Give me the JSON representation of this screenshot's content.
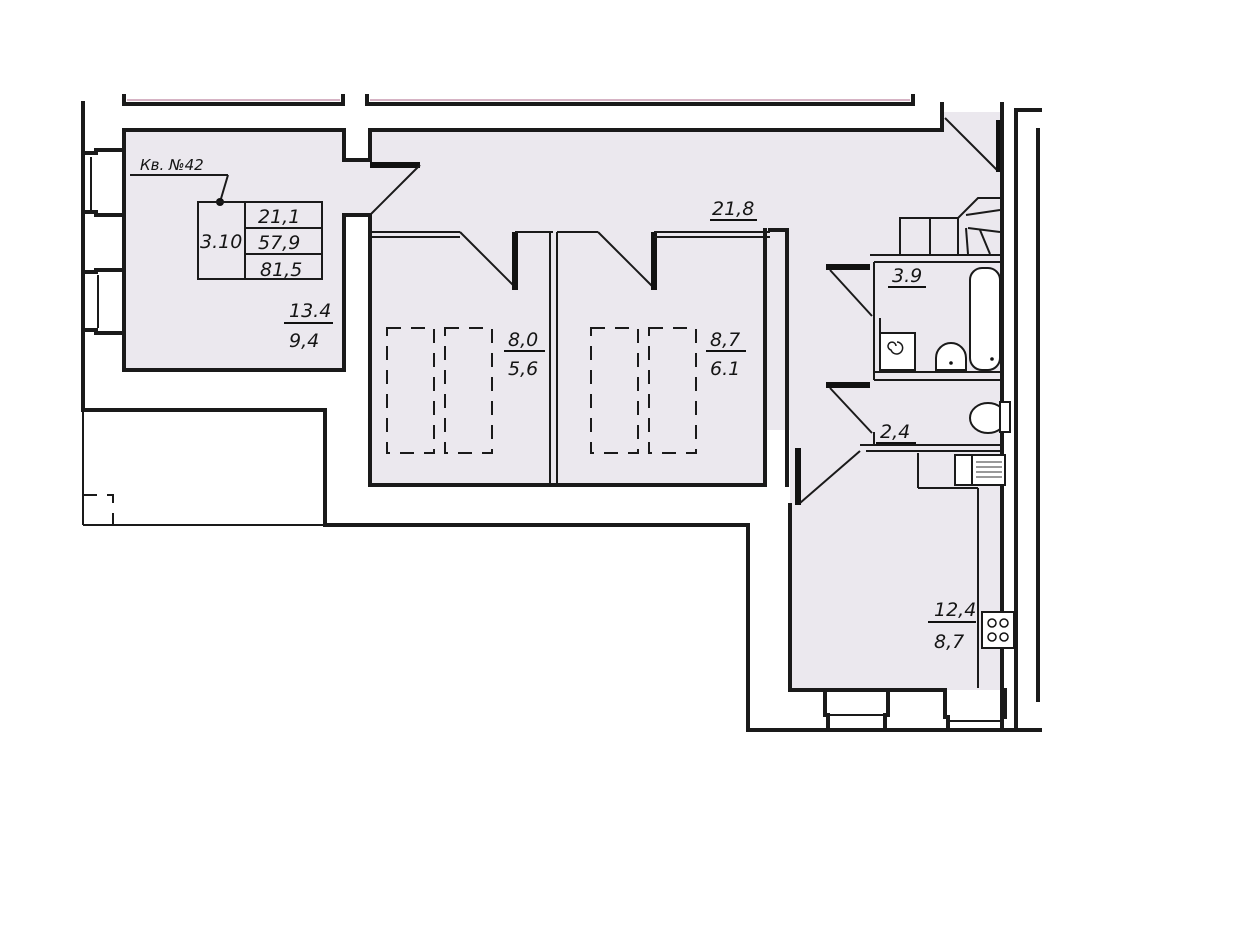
{
  "plan": {
    "apartment_label": "Кв. №42",
    "stamp": {
      "code": "3.10",
      "living_area": "21,1",
      "total_area": "57,9",
      "total_area_with_balcony": "81,5"
    },
    "rooms": [
      {
        "id": "room-left",
        "area_total": "13.4",
        "area_living": "9,4"
      },
      {
        "id": "bedroom-1",
        "area_total": "8,0",
        "area_living": "5,6"
      },
      {
        "id": "bedroom-2",
        "area_total": "8,7",
        "area_living": "6.1"
      },
      {
        "id": "hall",
        "area_total": "21,8"
      },
      {
        "id": "bathroom",
        "area_total": "3.9"
      },
      {
        "id": "toilet",
        "area_total": "2,4"
      },
      {
        "id": "kitchen",
        "area_total": "12,4",
        "area_living": "8,7"
      }
    ],
    "colors": {
      "floor": "#ebe8ee",
      "wall": "#1a1a1a",
      "background": "#ffffff"
    }
  }
}
